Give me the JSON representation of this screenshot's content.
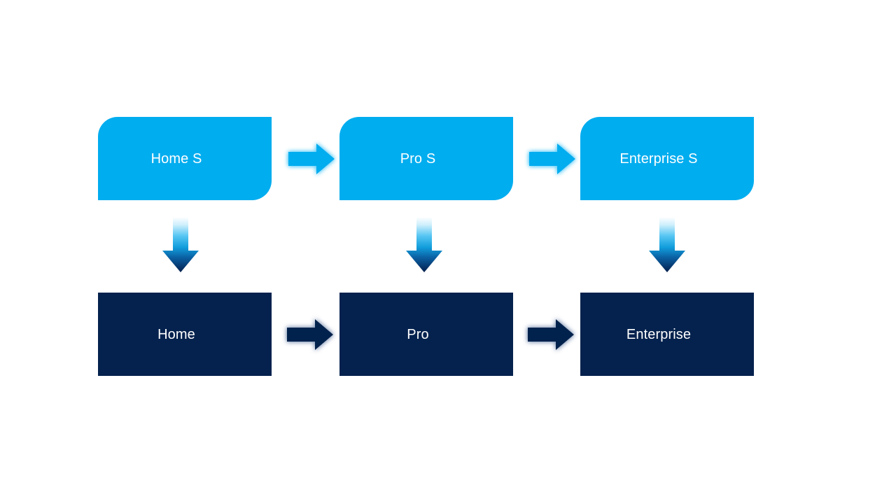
{
  "diagram": {
    "title": "Product tier progression diagram",
    "background_color": "#ffffff",
    "colors": {
      "service_fill": "#00adef",
      "product_fill": "#05224e",
      "label_text": "#ffffff",
      "down_arrow_gradient_top": "#ffffff",
      "down_arrow_gradient_mid": "#1eb4ef",
      "down_arrow_gradient_bottom": "#041f4d"
    },
    "rows": [
      {
        "id": "service-row",
        "style": "cyan-rounded",
        "nodes": [
          {
            "id": "home-s",
            "label": "Home S"
          },
          {
            "id": "pro-s",
            "label": "Pro S"
          },
          {
            "id": "enterprise-s",
            "label": "Enterprise S"
          }
        ]
      },
      {
        "id": "product-row",
        "style": "navy-square",
        "nodes": [
          {
            "id": "home",
            "label": "Home"
          },
          {
            "id": "pro",
            "label": "Pro"
          },
          {
            "id": "enterprise",
            "label": "Enterprise"
          }
        ]
      }
    ],
    "connectors": {
      "service_right_arrows": [
        {
          "id": "home-s-to-pro-s",
          "direction": "right",
          "color": "#00adef"
        },
        {
          "id": "pro-s-to-enterprise-s",
          "direction": "right",
          "color": "#00adef"
        }
      ],
      "product_right_arrows": [
        {
          "id": "home-to-pro",
          "direction": "right",
          "color": "#05224e"
        },
        {
          "id": "pro-to-enterprise",
          "direction": "right",
          "color": "#05224e"
        }
      ],
      "down_arrows": [
        {
          "id": "home-s-to-home",
          "direction": "down",
          "fill": "gradient"
        },
        {
          "id": "pro-s-to-pro",
          "direction": "down",
          "fill": "gradient"
        },
        {
          "id": "enterprise-s-to-enterprise",
          "direction": "down",
          "fill": "gradient"
        }
      ]
    }
  }
}
